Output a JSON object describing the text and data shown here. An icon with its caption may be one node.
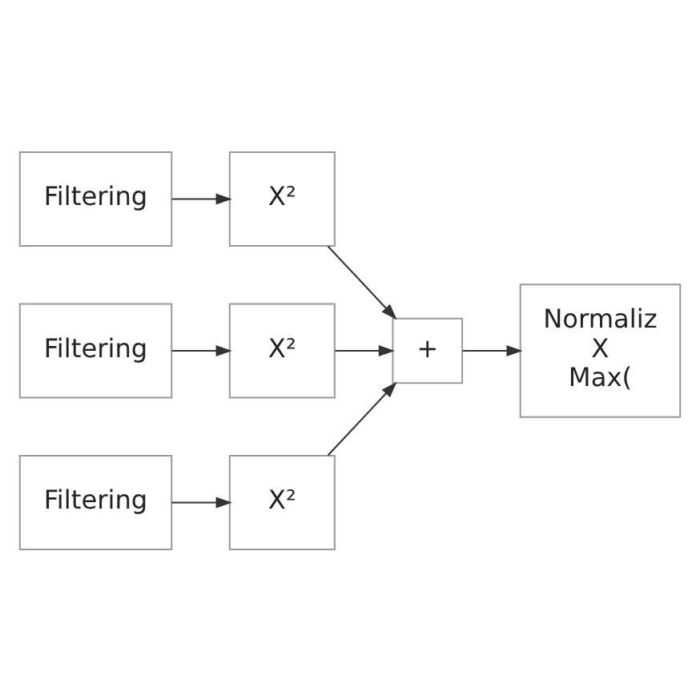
{
  "diagram": {
    "nodes": [
      {
        "text": [
          "Filtering"
        ]
      },
      {
        "text": [
          "X²"
        ]
      },
      {
        "text": [
          "Filtering"
        ]
      },
      {
        "text": [
          "X²"
        ]
      },
      {
        "text": [
          "Filtering"
        ]
      },
      {
        "text": [
          "X²"
        ]
      },
      {
        "text": [
          "+"
        ]
      },
      {
        "text": [
          "Normaliz",
          "X",
          "Max("
        ]
      }
    ],
    "edges": [
      {
        "from": 0,
        "to": 1,
        "arrow": "to"
      },
      {
        "from": 2,
        "to": 3,
        "arrow": "to"
      },
      {
        "from": 4,
        "to": 5,
        "arrow": "to"
      },
      {
        "from": 1,
        "to": 6,
        "arrow": "to"
      },
      {
        "from": 3,
        "to": 6,
        "arrow": "to"
      },
      {
        "from": 5,
        "to": 6,
        "arrow": "to"
      },
      {
        "from": 6,
        "to": 7,
        "arrow": "to"
      }
    ]
  }
}
